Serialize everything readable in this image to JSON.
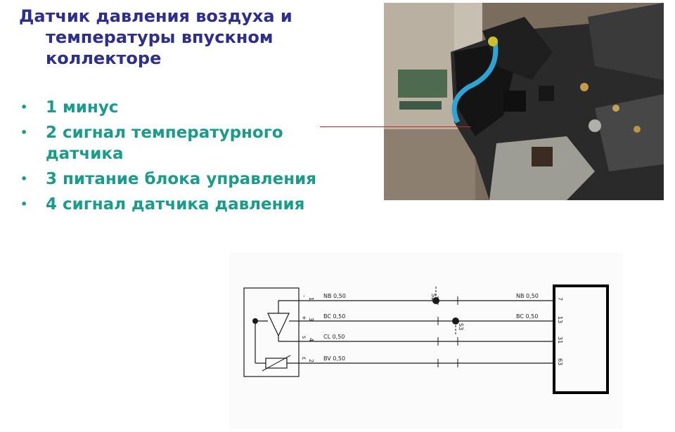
{
  "title": {
    "line1": "Датчик давления воздуха и",
    "line2": "температуры впускном",
    "line3": "коллекторе"
  },
  "bullets": [
    "1 минус",
    "2 сигнал температурного датчика",
    "3 питание блока управления",
    "4 сигнал датчика давления"
  ],
  "photo": {
    "description_icon": "engine-photo"
  },
  "diagram": {
    "wires": [
      {
        "left_label": "NB 0,50",
        "right_label": "NB 0,50",
        "pin": "7",
        "sensor_pin": "1"
      },
      {
        "left_label": "BC 0,50",
        "right_label": "BC 0,50",
        "pin": "13",
        "sensor_pin": "3"
      },
      {
        "left_label": "CL 0,50",
        "right_label": "",
        "pin": "31",
        "sensor_pin": "4"
      },
      {
        "left_label": "BV 0,50",
        "right_label": "",
        "pin": "63",
        "sensor_pin": "2"
      }
    ],
    "sensor_side_marks": [
      "-",
      "+",
      "s",
      "ε"
    ],
    "junction_labels": [
      "S2",
      "S3"
    ],
    "colors": {
      "wire": "#1a1a1a",
      "box": "#000000"
    }
  }
}
